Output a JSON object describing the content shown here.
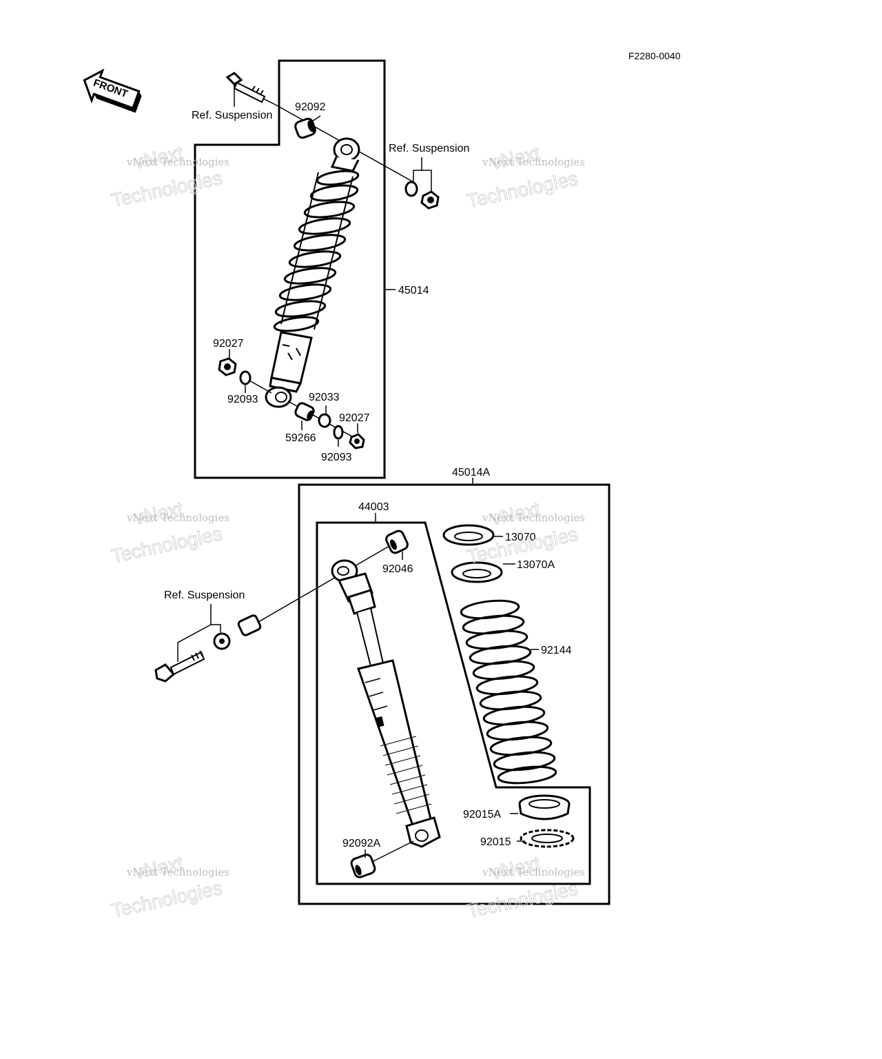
{
  "diagram_code": "F2280-0040",
  "front_label": "FRONT",
  "watermark": {
    "line1": "vNext Technologies",
    "line2": "vNext",
    "line3": "Technologies"
  },
  "ref_label": "Ref. Suspension",
  "parts_upper": {
    "shock_assembly": "45014",
    "upper_bushing": "92092",
    "bottom_cap_left": "92027",
    "bottom_washer_left": "92093",
    "bottom_ring": "92033",
    "bottom_cap_right": "92027",
    "bottom_collar": "59266",
    "bottom_washer_right": "92093"
  },
  "parts_lower": {
    "shock_assembly": "45014A",
    "damper": "44003",
    "upper_bushing": "92046",
    "spring_seat": "13070",
    "spring_seat_a": "13070A",
    "spring": "92144",
    "nut_a": "92015A",
    "nut": "92015",
    "lower_bushing": "92092A"
  }
}
